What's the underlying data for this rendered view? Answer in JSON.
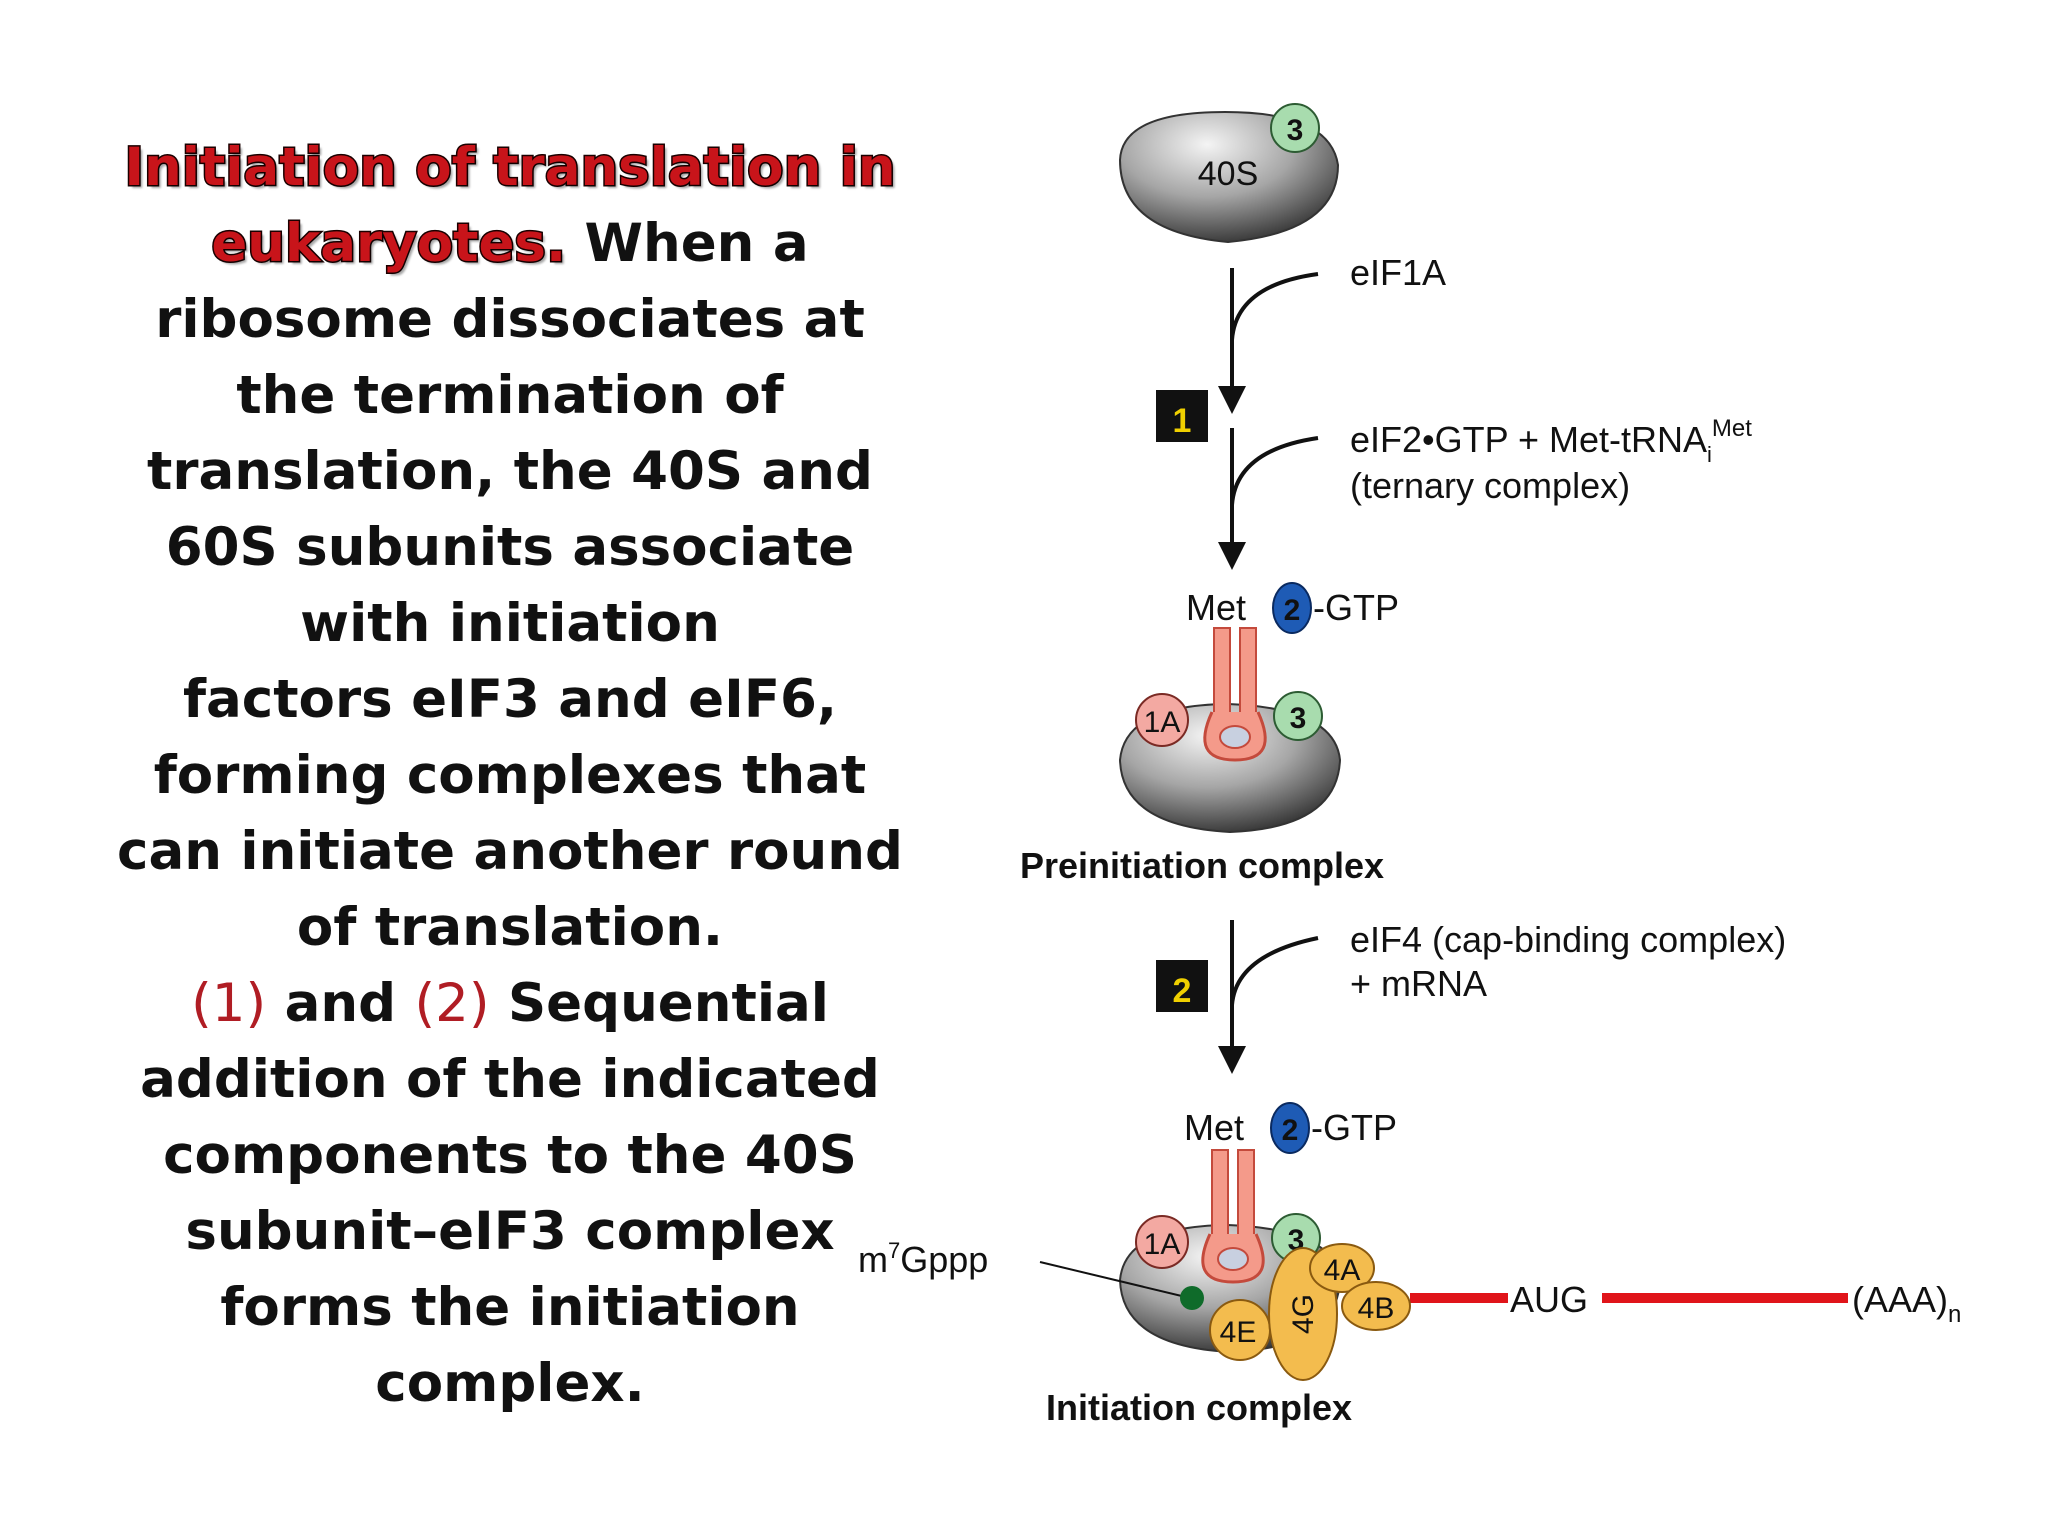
{
  "text_panel": {
    "headline_1": "Initiation of translation in",
    "headline_2": "eukaryotes.",
    "line_2_rest": "When a",
    "line_3": "ribosome dissociates at",
    "line_4": "the termination of",
    "line_5": "translation, the 40S and",
    "line_6": "60S subunits associate",
    "line_7": "with initiation",
    "line_8": "factors eIF3 and eIF6,",
    "line_9": "forming complexes that",
    "line_10": "can initiate another round",
    "line_11": "of translation.",
    "step_1_ref": "(1)",
    "and_word": "and",
    "step_2_ref": "(2)",
    "line_12_rest": "Sequential",
    "line_13": "addition of the indicated",
    "line_14": "components to the 40S",
    "line_15": "subunit–eIF3 complex",
    "line_16": "forms the initiation",
    "line_17": "complex."
  },
  "diagram": {
    "subunit_label": "40S",
    "factor_3": "3",
    "factor_1a": "1A",
    "factor_2": "2",
    "factor_4a": "4A",
    "factor_4b": "4B",
    "factor_4e": "4E",
    "factor_4g": "4G",
    "step_1": "1",
    "step_2": "2",
    "eif1a": "eIF1A",
    "ternary_main": "eIF2•GTP + Met-tRNA",
    "ternary_sub": "i",
    "ternary_sup": "Met",
    "ternary_note": "(ternary complex)",
    "met_label": "Met",
    "gtp_label": "-GTP",
    "preinitiation": "Preinitiation complex",
    "eif4_line1": "eIF4 (cap-binding complex)",
    "eif4_line2": "+ mRNA",
    "cap_m": "m",
    "cap_sup": "7",
    "cap_rest": "Gppp",
    "aug": "AUG",
    "polya_main": "(AAA)",
    "polya_sub": "n",
    "initiation": "Initiation complex"
  },
  "colors": {
    "headline": "#c8141a",
    "step_ref": "#b01d24",
    "factor_3": "#a8dcae",
    "factor_1a": "#f3a9a2",
    "factor_2": "#1e5bb5",
    "factor_4": "#f3bc4e",
    "trna": "#f49a8a",
    "mrna": "#e0141a",
    "cap": "#0f6b2a"
  }
}
